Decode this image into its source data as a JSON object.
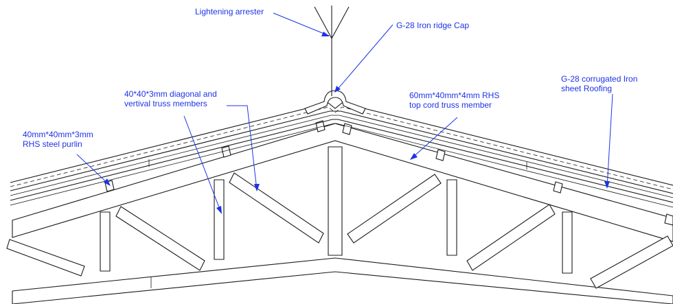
{
  "colors": {
    "line": "#1a1a1a",
    "annotation": "#1d33e6",
    "background": "#ffffff"
  },
  "labels": {
    "lightning_arrester": "Lightening arrester",
    "ridge_cap": "G-28 Iron ridge Cap",
    "roofing_line1": "G-28 corrugated Iron",
    "roofing_line2": "sheet Roofing",
    "diagonal_line1": "40*40*3mm diagonal and",
    "diagonal_line2": "vertival truss members",
    "top_chord_line1": "60mm*40mm*4mm RHS",
    "top_chord_line2": "top cord truss member",
    "purlin_line1": "40mm*40mm*3mm",
    "purlin_line2": "RHS steel purlin"
  }
}
